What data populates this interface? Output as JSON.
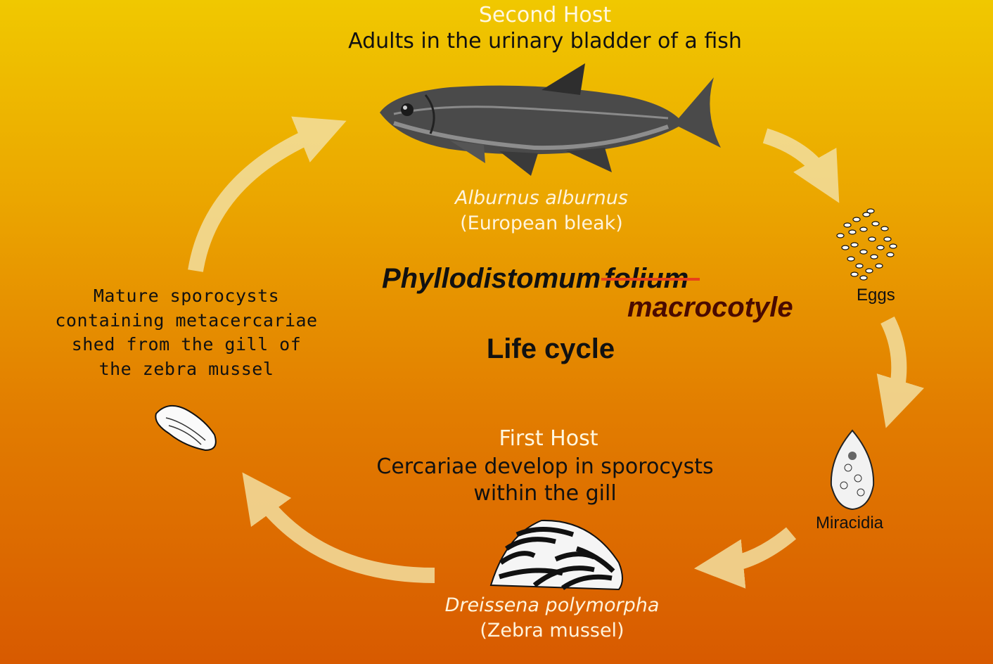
{
  "diagram": {
    "title_genus": "Phyllodistomum",
    "title_species_struck": "folium",
    "title_species_corrected": "macrocotyle",
    "subtitle": "Life cycle"
  },
  "second_host": {
    "heading": "Second Host",
    "description": "Adults in the urinary bladder of a fish",
    "species_latin": "Alburnus alburnus",
    "species_common": "(European bleak)"
  },
  "first_host": {
    "heading": "First Host",
    "description_line1": "Cercariae develop in sporocysts",
    "description_line2": "within the gill",
    "species_latin": "Dreissena polymorpha",
    "species_common": "(Zebra mussel)"
  },
  "stages": {
    "eggs": "Eggs",
    "miracidia": "Miracidia",
    "sporocysts_line1": "Mature sporocysts",
    "sporocysts_line2": "containing metacercariae",
    "sporocysts_line3": "shed from the gill of",
    "sporocysts_line4": "the zebra mussel"
  },
  "colors": {
    "arrow": "#f3dfa0",
    "strike": "#e8401a",
    "background_top": "#f0c800",
    "background_bottom": "#d85a00"
  },
  "icons": [
    "fish-illustration",
    "eggs-cluster-icon",
    "miracidium-icon",
    "zebra-mussel-illustration",
    "sporocyst-icon"
  ]
}
